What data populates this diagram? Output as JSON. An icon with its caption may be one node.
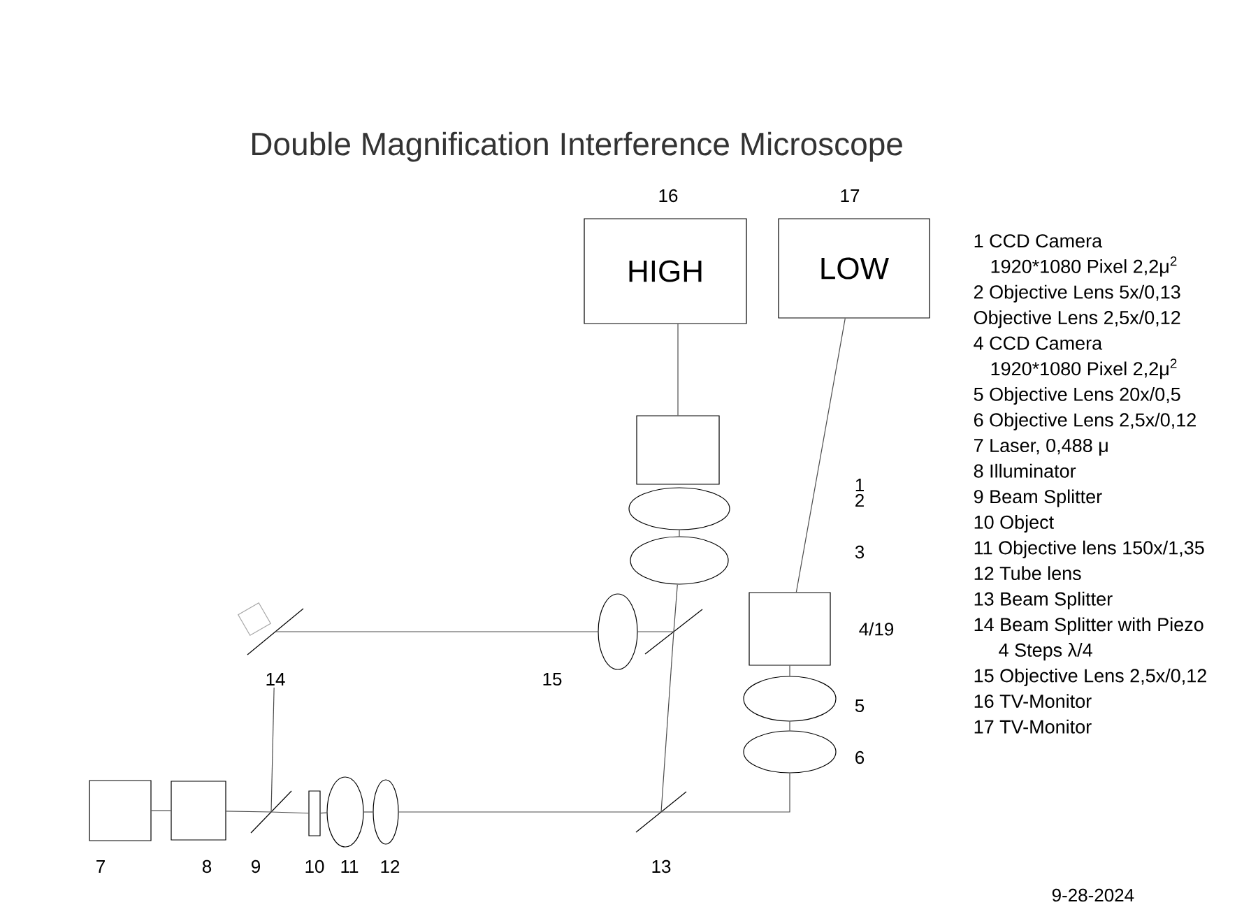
{
  "diagram": {
    "title": "Double Magnification Interference Microscope",
    "nodes": [
      {
        "text": [
          "HIGH"
        ],
        "beside": [
          "16"
        ]
      },
      {
        "text": [
          "LOW"
        ],
        "beside": [
          "17"
        ]
      },
      {
        "text": [],
        "shape": "box"
      },
      {
        "text": [],
        "shape": "ellipse"
      },
      {
        "text": [],
        "shape": "ellipse"
      },
      {
        "text": [],
        "shape": "box"
      },
      {
        "text": [],
        "shape": "line",
        "beside": [
          "14"
        ]
      },
      {
        "text": [],
        "shape": "ellipse",
        "beside": [
          "15"
        ]
      },
      {
        "text": [],
        "shape": "line"
      },
      {
        "text": [],
        "shape": "box",
        "beside": [
          "4/19"
        ]
      },
      {
        "text": [],
        "shape": "ellipse",
        "beside": [
          "5"
        ]
      },
      {
        "text": [],
        "shape": "ellipse",
        "beside": [
          "6"
        ]
      },
      {
        "text": [],
        "shape": "box",
        "beside": [
          "7"
        ]
      },
      {
        "text": [],
        "shape": "box",
        "beside": [
          "8"
        ]
      },
      {
        "text": [],
        "shape": "line",
        "beside": [
          "9"
        ]
      },
      {
        "text": [],
        "shape": "box",
        "beside": [
          "10"
        ]
      },
      {
        "text": [],
        "shape": "ellipse",
        "beside": [
          "11"
        ]
      },
      {
        "text": [],
        "shape": "ellipse",
        "beside": [
          "12"
        ]
      },
      {
        "text": [],
        "shape": "line",
        "beside": [
          "13"
        ]
      }
    ],
    "edges": [
      {
        "from": 0,
        "to": 2,
        "arrow": "none"
      },
      {
        "from": 1,
        "to": 9,
        "arrow": "none"
      },
      {
        "from": 3,
        "to": 4,
        "arrow": "none"
      },
      {
        "from": 4,
        "to": 8,
        "arrow": "none"
      },
      {
        "from": 8,
        "to": 18,
        "arrow": "none"
      },
      {
        "from": 7,
        "to": 8,
        "arrow": "none"
      },
      {
        "from": 6,
        "to": 7,
        "arrow": "none"
      },
      {
        "from": 6,
        "to": 14,
        "arrow": "none"
      },
      {
        "from": 9,
        "to": 10,
        "arrow": "none"
      },
      {
        "from": 10,
        "to": 11,
        "arrow": "none"
      },
      {
        "from": 12,
        "to": 13,
        "arrow": "none"
      },
      {
        "from": 13,
        "to": 14,
        "arrow": "none"
      },
      {
        "from": 14,
        "to": 15,
        "arrow": "none"
      },
      {
        "from": 15,
        "to": 16,
        "arrow": "none"
      },
      {
        "from": 16,
        "to": 17,
        "arrow": "none"
      },
      {
        "from": 17,
        "to": 18,
        "arrow": "none"
      },
      {
        "from": 18,
        "to": 11,
        "arrow": "none"
      }
    ],
    "labels": [
      "1",
      "2",
      "3",
      "1 CCD Camera",
      "1920*1080 Pixel 2,2μ$^{2}$",
      "2 Objective Lens 5x/0,13",
      "Objective Lens 2,5x/0,12",
      "4 CCD Camera",
      "1920*1080 Pixel 2,2μ$^{2}$",
      "5 Objective Lens 20x/0,5",
      "6 Objective Lens 2,5x/0,12",
      "7 Laser, 0,488 μ",
      "8 Illuminator",
      "9 Beam Splitter",
      "10 Object",
      "11 Objective lens 150x/1,35",
      "12 Tube lens",
      "13 Beam Splitter",
      "14 Beam Splitter with Piezo",
      "4 Steps λ/4",
      "15 Objective Lens 2,5x/0,12",
      "16 TV-Monitor",
      "17 TV-Monitor",
      "9-28-2024"
    ]
  }
}
